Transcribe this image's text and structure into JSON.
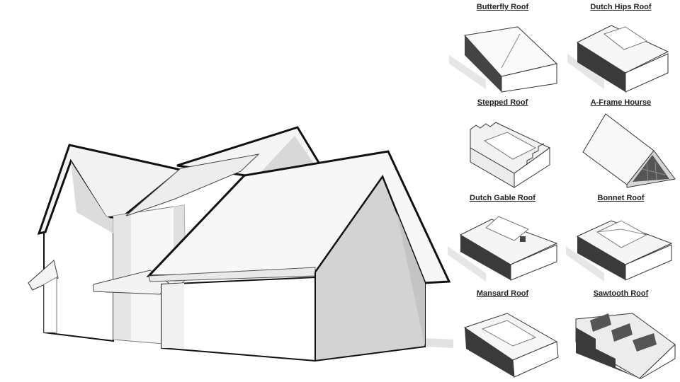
{
  "roof_types": [
    {
      "key": "butterfly",
      "label": "Butterfly Roof"
    },
    {
      "key": "dutch-hips",
      "label": "Dutch Hips Roof"
    },
    {
      "key": "stepped",
      "label": "Stepped Roof"
    },
    {
      "key": "a-frame",
      "label": "A-Frame Hourse"
    },
    {
      "key": "dutch-gable",
      "label": "Dutch Gable Roof"
    },
    {
      "key": "bonnet",
      "label": "Bonnet Roof"
    },
    {
      "key": "mansard",
      "label": "Mansard Roof"
    },
    {
      "key": "sawtooth",
      "label": "Sawtooth Roof"
    }
  ],
  "colors": {
    "outline": "#111111",
    "shade": "#cfcfcf",
    "dark": "#3a3a3a",
    "light": "#ffffff"
  }
}
